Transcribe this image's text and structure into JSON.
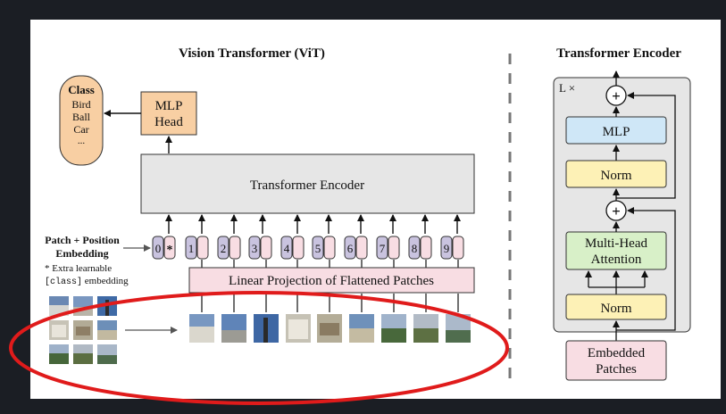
{
  "vit": {
    "title": "Vision Transformer (ViT)",
    "class_box": {
      "title": "Class",
      "items": [
        "Bird",
        "Ball",
        "Car",
        "..."
      ]
    },
    "mlp_head": [
      "MLP",
      "Head"
    ],
    "encoder_label": "Transformer Encoder",
    "patch_embedding_label": [
      "Patch + Position",
      "Embedding"
    ],
    "extra_note": {
      "line1": "* Extra learnable",
      "line2_code": "[class]",
      "line2_text": " embedding"
    },
    "tokens": [
      "0",
      "1",
      "2",
      "3",
      "4",
      "5",
      "6",
      "7",
      "8",
      "9"
    ],
    "class_token_marker": "*",
    "linear_projection": "Linear Projection of Flattened Patches"
  },
  "encoder_detail": {
    "title": "Transformer Encoder",
    "repeat": "L ×",
    "mlp": "MLP",
    "norm_top": "Norm",
    "attention": [
      "Multi-Head",
      "Attention"
    ],
    "norm_bottom": "Norm",
    "plus": "+",
    "input": [
      "Embedded",
      "Patches"
    ]
  },
  "colors": {
    "orange": "#f8cfa3",
    "gray_box": "#e6e6e6",
    "pink": "#f8dde3",
    "purple_token": "#c9c3df",
    "blue": "#cfe7f7",
    "yellow": "#fdf1b6",
    "green": "#d8f0c8",
    "highlight_ellipse": "#e01b1b"
  }
}
